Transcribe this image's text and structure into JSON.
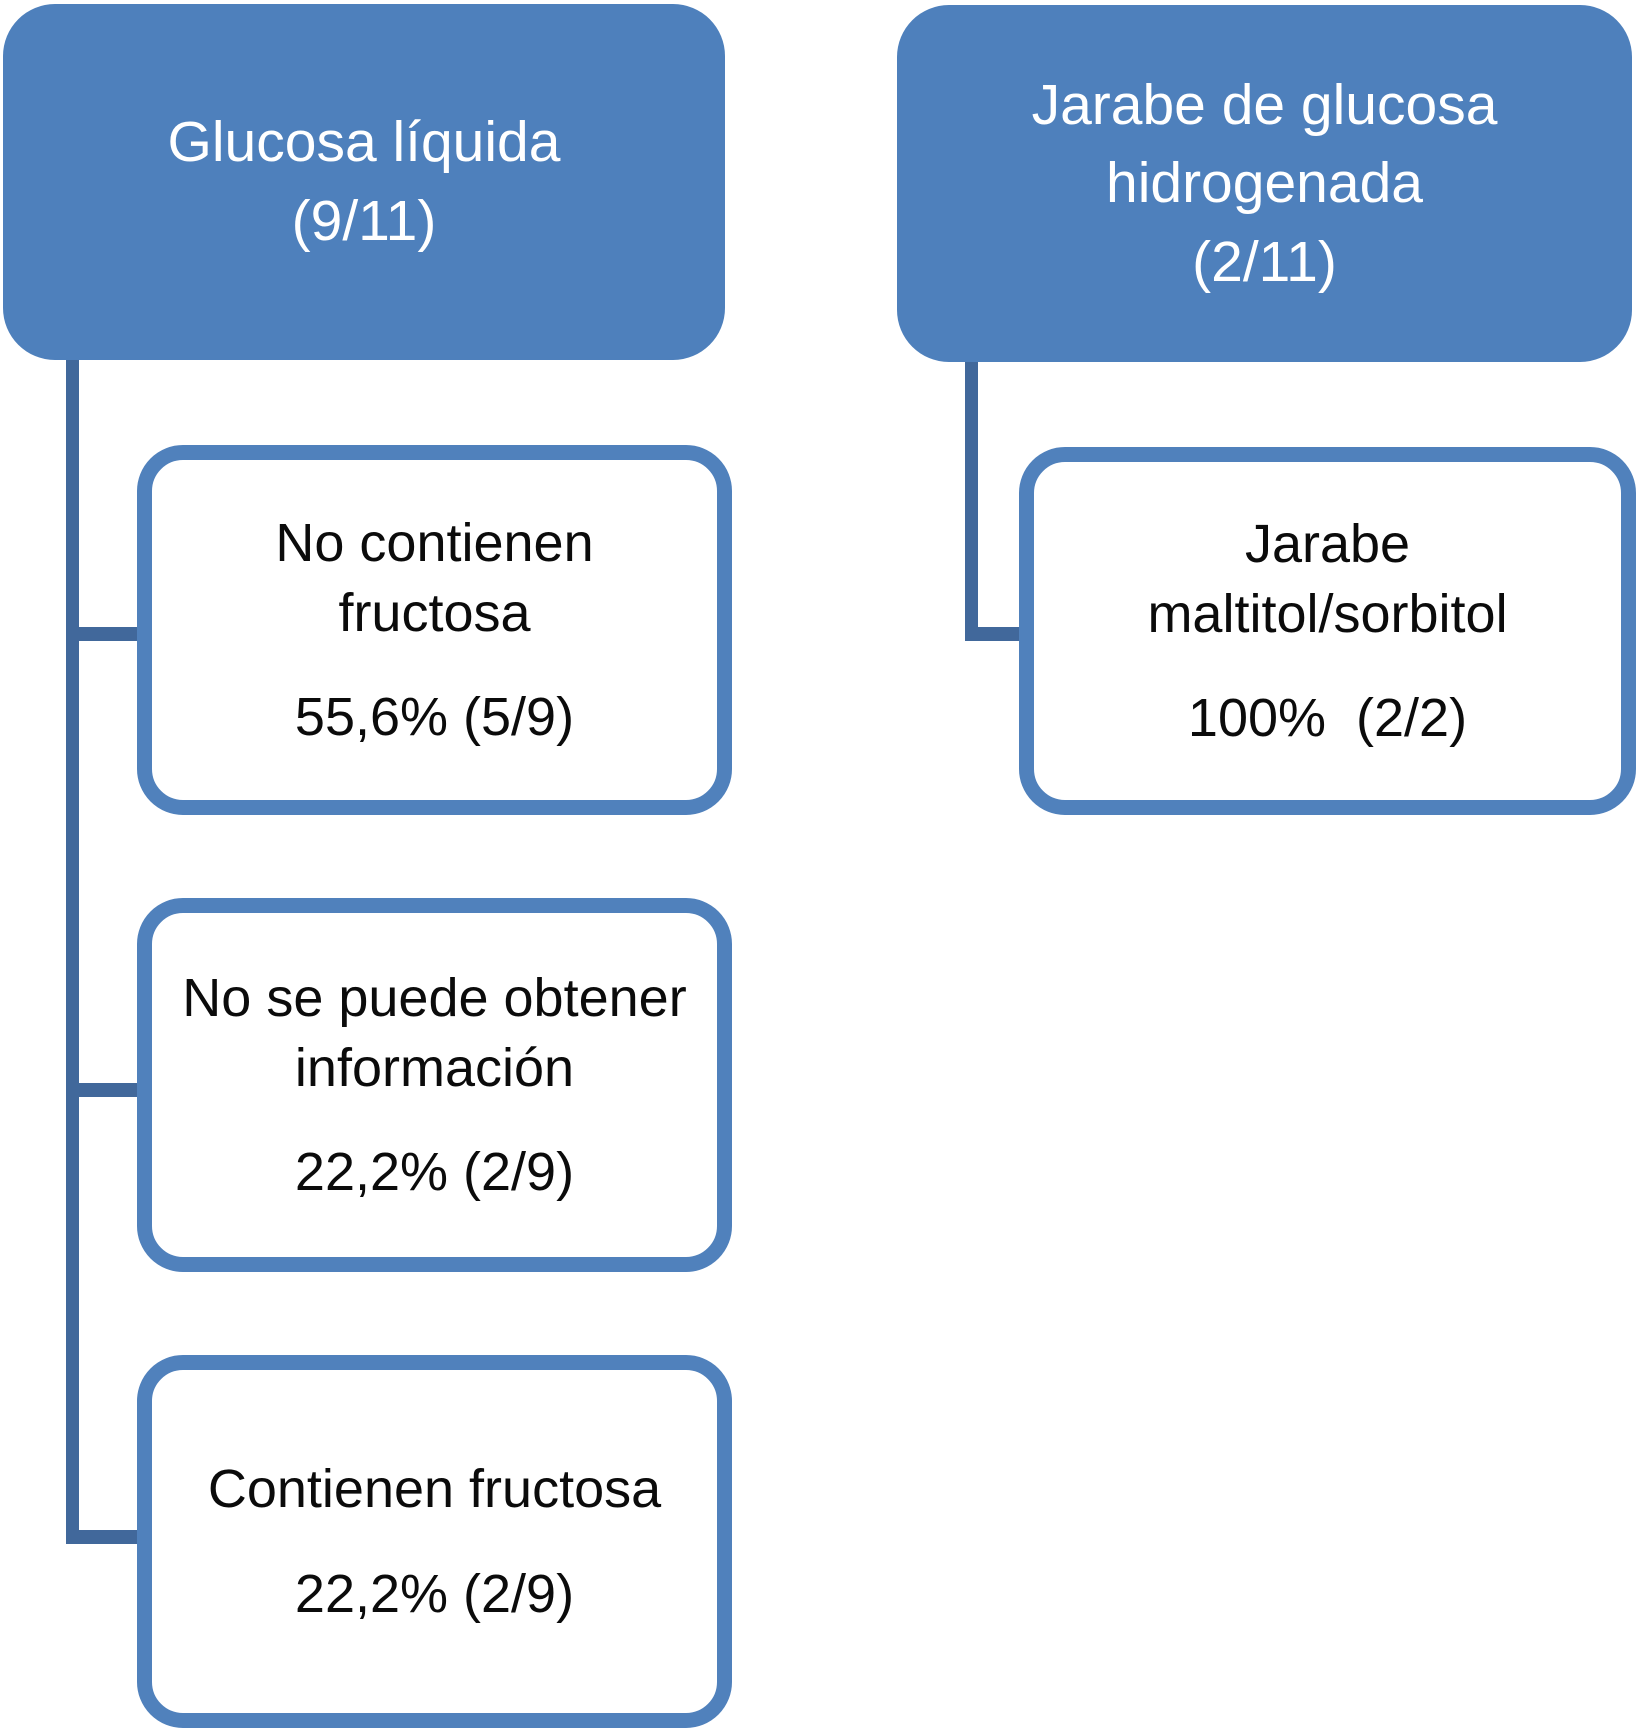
{
  "diagram": {
    "colors": {
      "parent_fill": "#4E80BC",
      "child_border": "#5081BC",
      "connector": "#41689B",
      "parent_text": "#FFFFFF",
      "child_text": "#0B0B0B"
    },
    "left": {
      "parent_label": "Glucosa líquida\n(9/11)",
      "children": [
        {
          "title": "No contienen\nfructosa",
          "value": "55,6% (5/9)"
        },
        {
          "title": "No se puede obtener\ninformación",
          "value": "22,2% (2/9)"
        },
        {
          "title": "Contienen fructosa",
          "value": "22,2% (2/9)"
        }
      ]
    },
    "right": {
      "parent_label": "Jarabe de glucosa\nhidrogenada\n(2/11)",
      "children": [
        {
          "title": "Jarabe\nmaltitol/sorbitol",
          "value": "100%  (2/2)"
        }
      ]
    }
  }
}
